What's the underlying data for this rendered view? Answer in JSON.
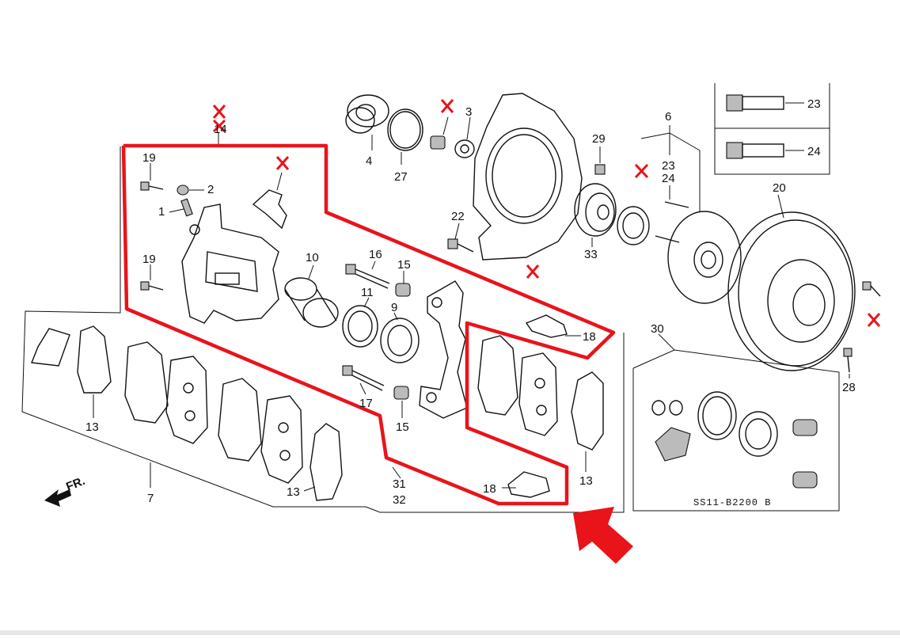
{
  "colors": {
    "highlight": "#e8141a",
    "ink": "#111111",
    "paper": "#ffffff"
  },
  "labels": {
    "p1": "1",
    "p2": "2",
    "p3": "3",
    "p4": "4",
    "p6": "6",
    "p7": "7",
    "p9": "9",
    "p10": "10",
    "p11": "11",
    "p13a": "13",
    "p13b": "13",
    "p13c": "13",
    "p14": "14",
    "p15a": "15",
    "p15b": "15",
    "p16": "16",
    "p17": "17",
    "p18a": "18",
    "p18b": "18",
    "p19a": "19",
    "p19b": "19",
    "p20": "20",
    "p22": "22",
    "p23a": "23",
    "p23b": "23",
    "p24a": "24",
    "p24b": "24",
    "p27": "27",
    "p28": "28",
    "p29": "29",
    "p30": "30",
    "p31": "31",
    "p32": "32",
    "p33": "33",
    "front": "FR.",
    "diagram_code": "SS11-B2200 B"
  }
}
